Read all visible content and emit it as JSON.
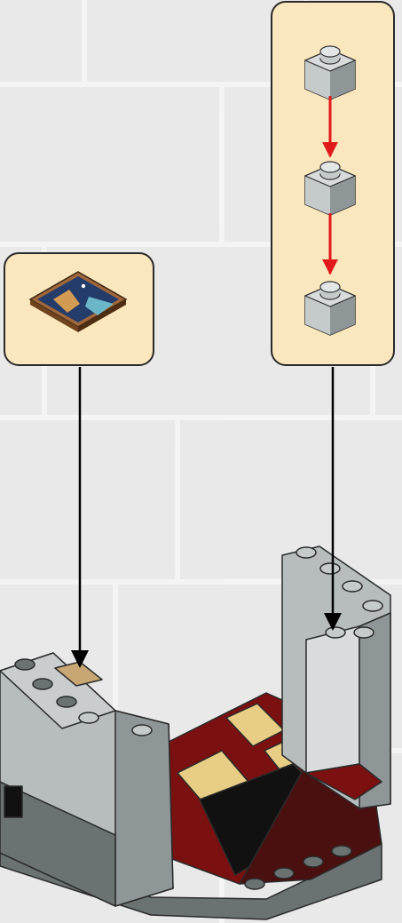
{
  "page": {
    "background_color": "#e9e9e9",
    "brick_mortar_color": "#f4f4f4"
  },
  "callouts": {
    "fill_color": "#fbe7bd",
    "stroke_color": "#2a2a2a",
    "tile_callout": {
      "part": "printed-picture-tile-2x2",
      "quantity": 1
    },
    "brick_callout": {
      "part": "light-gray-brick-1x1",
      "quantity": 3,
      "arrow_color": "#e01a1a"
    }
  },
  "model": {
    "light_gray": "#c5cacb",
    "dark_gray": "#6b7272",
    "dark_red": "#7a1010",
    "tan": "#e8cd85",
    "black": "#111111"
  },
  "assembly_arrows": {
    "color": "#000000"
  }
}
